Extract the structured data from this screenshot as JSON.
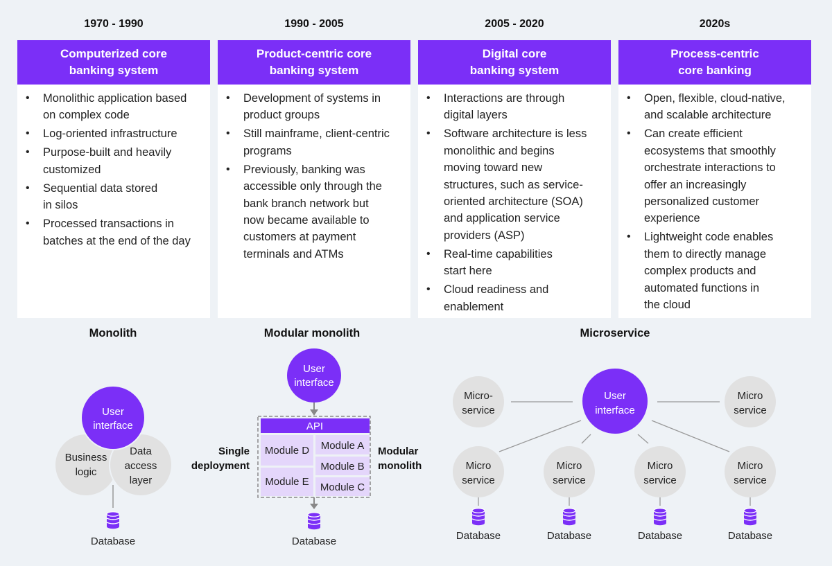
{
  "columns": [
    {
      "period": "1970 - 1990",
      "title": "Computerized core\nbanking system",
      "bullets": [
        "Monolithic application based\non complex code",
        "Log-oriented infrastructure",
        "Purpose-built and heavily\ncustomized",
        "Sequential data stored\nin silos",
        "Processed transactions in\nbatches at the end of the day"
      ]
    },
    {
      "period": "1990 - 2005",
      "title": "Product-centric core\nbanking system",
      "bullets": [
        "Development of systems in\nproduct groups",
        "Still mainframe, client-centric\nprograms",
        "Previously, banking was\naccessible only through the\nbank branch network but\nnow became available to\ncustomers at payment\nterminals and ATMs"
      ]
    },
    {
      "period": "2005 - 2020",
      "title": "Digital core\nbanking system",
      "bullets": [
        "Interactions are through\ndigital layers",
        "Software architecture is less\nmonolithic and begins\nmoving toward new\nstructures, such as service-\noriented architecture (SOA)\nand application service\nproviders (ASP)",
        "Real-time capabilities\nstart here",
        "Cloud readiness and\nenablement"
      ]
    },
    {
      "period": "2020s",
      "title": "Process-centric\ncore banking",
      "bullets": [
        "Open, flexible, cloud-native,\nand scalable architecture",
        "Can create efficient\necosystems that smoothly\norchestrate interactions to\noffer an increasingly\npersonalized customer\nexperience",
        "Lightweight code enables\nthem to directly manage\ncomplex products and\nautomated functions in\nthe cloud"
      ]
    }
  ],
  "monolith": {
    "title": "Monolith",
    "ui_l1": "User",
    "ui_l2": "interface",
    "bl_l1": "Business",
    "bl_l2": "logic",
    "da_l1": "Data",
    "da_l2": "access",
    "da_l3": "layer",
    "db": "Database"
  },
  "modular": {
    "title": "Modular monolith",
    "ui_l1": "User",
    "ui_l2": "interface",
    "api": "API",
    "module_a": "Module A",
    "module_b": "Module B",
    "module_c": "Module C",
    "module_d": "Module D",
    "module_e": "Module E",
    "left_l1": "Single",
    "left_l2": "deployment",
    "right_l1": "Modular",
    "right_l2": "monolith",
    "db": "Database"
  },
  "micro": {
    "title": "Microservice",
    "ui_l1": "User",
    "ui_l2": "interface",
    "left_l1": "Micro-",
    "left_l2": "service",
    "right_l1": "Micro",
    "right_l2": "service",
    "svc_l1": "Micro",
    "svc_l2": "service",
    "db": "Database"
  },
  "colors": {
    "purple": "#7b2ff7",
    "grey_circle": "#e1e1e1",
    "module_fill": "#e4d6fb",
    "background": "#eef2f6"
  }
}
